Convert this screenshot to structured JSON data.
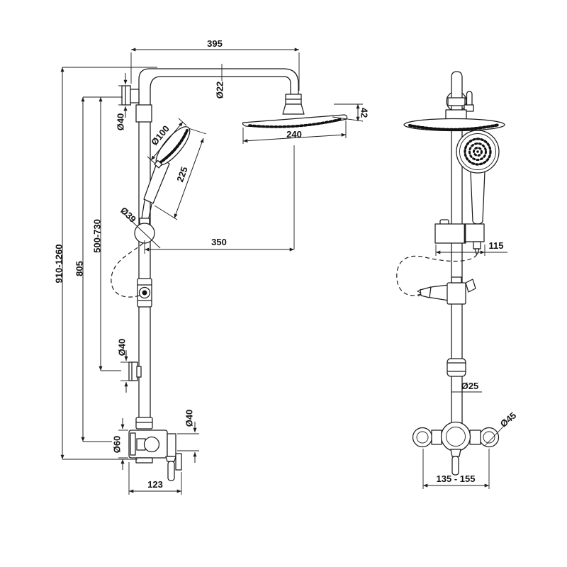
{
  "drawing": {
    "kind": "shower-column-technical-drawing",
    "background": "#ffffff",
    "line_color": "#1c1c1c",
    "views": [
      "side-view",
      "front-view"
    ]
  },
  "dims": {
    "d395": "395",
    "d22": "Ø22",
    "d40_top": "Ø40",
    "d100": "Ø100",
    "d225": "225",
    "d39": "Ø39",
    "d350": "350",
    "d500_730": "500-730",
    "d805": "805",
    "d910_1260": "910-1260",
    "d42": "42",
    "d240": "240",
    "d40_mid": "Ø40",
    "d60": "Ø60",
    "d40_mixer": "Ø40",
    "d123": "123",
    "d115": "115",
    "d25": "Ø25",
    "d45": "Ø45",
    "d135_155": "135 - 155"
  }
}
